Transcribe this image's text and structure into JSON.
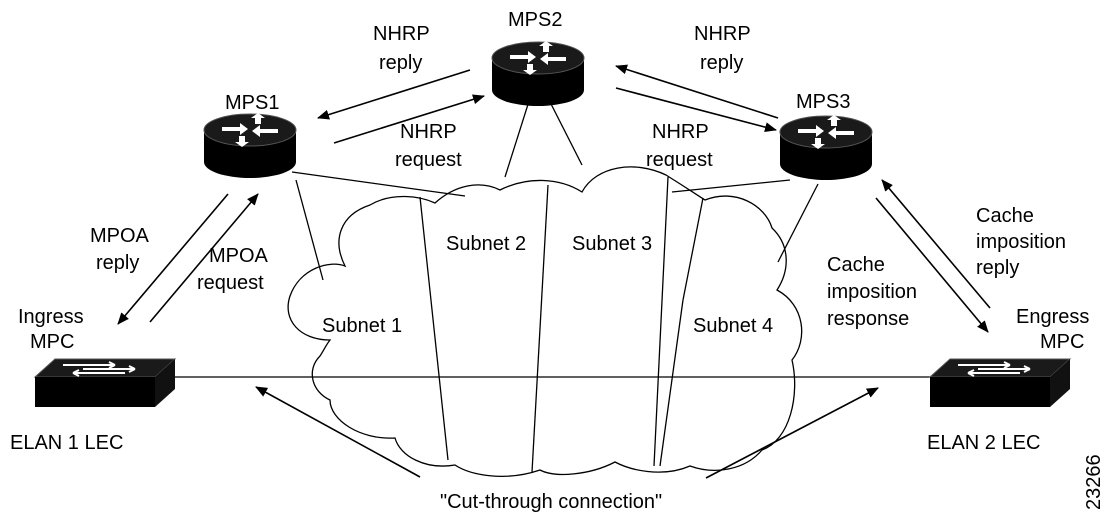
{
  "nodes": {
    "mps1": "MPS1",
    "mps2": "MPS2",
    "mps3": "MPS3",
    "ingress": [
      "Ingress",
      "MPC"
    ],
    "egress": [
      "Engress",
      "MPC"
    ],
    "elan1": "ELAN 1 LEC",
    "elan2": "ELAN 2 LEC"
  },
  "subnets": [
    "Subnet 1",
    "Subnet 2",
    "Subnet 3",
    "Subnet 4"
  ],
  "messages": {
    "nhrp_reply_left": [
      "NHRP",
      "reply"
    ],
    "nhrp_request_left": [
      "NHRP",
      "request"
    ],
    "nhrp_reply_right": [
      "NHRP",
      "reply"
    ],
    "nhrp_request_right": [
      "NHRP",
      "request"
    ],
    "mpoa_reply": [
      "MPOA",
      "reply"
    ],
    "mpoa_request": [
      "MPOA",
      "request"
    ],
    "cache_reply": [
      "Cache",
      "imposition",
      "reply"
    ],
    "cache_response": [
      "Cache",
      "imposition",
      "response"
    ]
  },
  "cut_through": "\"Cut-through connection\"",
  "figure_id": "23266"
}
